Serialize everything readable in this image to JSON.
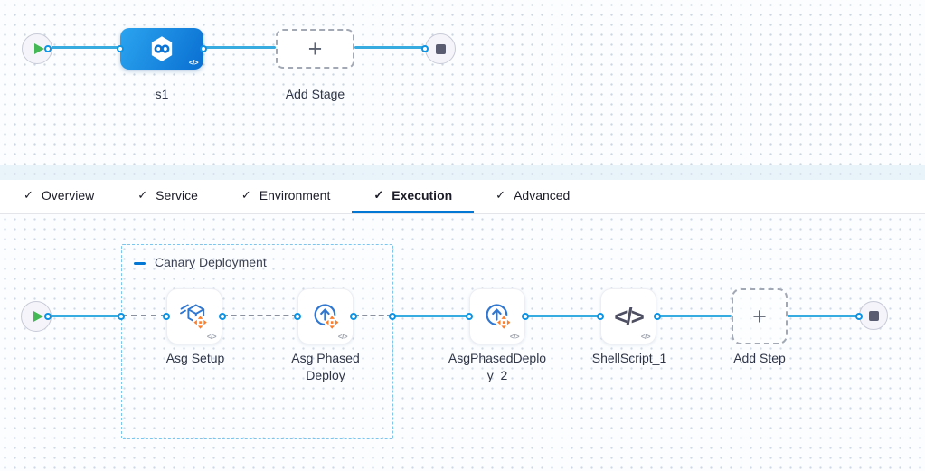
{
  "stage_panel": {
    "stage_label": "s1",
    "add_stage_label": "Add Stage"
  },
  "tab_bar": {
    "check_glyph": "✓",
    "tabs": [
      {
        "label": "Overview",
        "checked": true,
        "active": false
      },
      {
        "label": "Service",
        "checked": true,
        "active": false
      },
      {
        "label": "Environment",
        "checked": true,
        "active": false
      },
      {
        "label": "Execution",
        "checked": true,
        "active": true
      },
      {
        "label": "Advanced",
        "checked": true,
        "active": false
      }
    ]
  },
  "execution_panel": {
    "group_label": "Canary Deployment",
    "steps": [
      {
        "label": "Asg Setup"
      },
      {
        "label": "Asg Phased Deploy"
      },
      {
        "label": "AsgPhasedDeploy_2"
      },
      {
        "label": "ShellScript_1"
      }
    ],
    "add_step_label": "Add Step"
  },
  "glyphs": {
    "plus": "+",
    "code_badge": "</>",
    "shell_icon": "</>"
  },
  "colors": {
    "accent_blue": "#0277d4",
    "line_blue": "#36abdf",
    "stage_gradient_start": "#2ba4ef",
    "stage_gradient_end": "#0a6fd2",
    "move_arrows_orange": "#fd7e2a",
    "play_green": "#43b854"
  }
}
